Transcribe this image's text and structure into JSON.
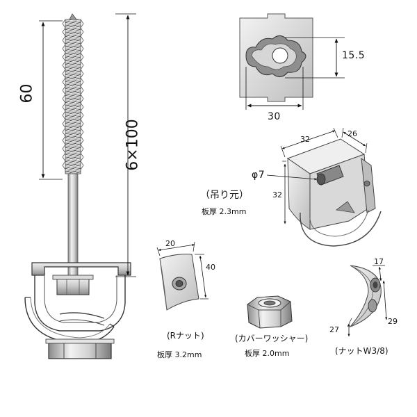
{
  "bolt": {
    "thread_length": "60",
    "total_size": "6×100"
  },
  "bracket": {
    "slot_height": "15.5",
    "width": "30"
  },
  "hanger": {
    "width": "32",
    "depth": "26",
    "hole": "φ7",
    "height": "32",
    "name": "（吊り元）",
    "thickness": "板厚 2.3mm"
  },
  "r_nut": {
    "width": "20",
    "length": "40",
    "name": "(Rナット)",
    "thickness": "板厚 3.2mm"
  },
  "cover_washer": {
    "name": "(カバーワッシャー)",
    "thickness": "板厚 2.0mm"
  },
  "nut_w": {
    "dim_top": "17",
    "dim_left": "27",
    "dim_right": "29",
    "name": "(ナットW3/8)"
  },
  "colors": {
    "metal_light": "#e2e2e2",
    "metal_mid": "#b8b8b8",
    "metal_dark": "#6e6e6e",
    "line": "#222222"
  }
}
